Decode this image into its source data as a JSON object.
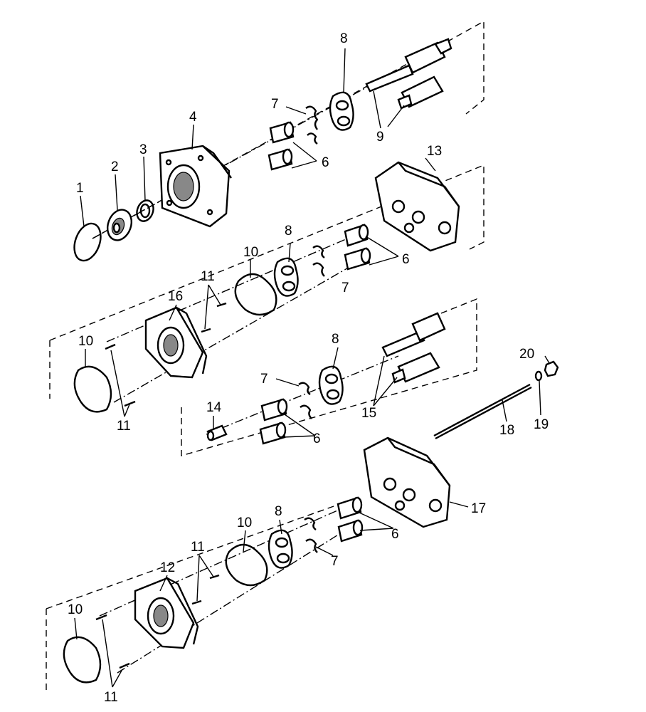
{
  "callouts": {
    "c1": "1",
    "c2": "2",
    "c3": "3",
    "c4": "4",
    "c6a": "6",
    "c6b": "6",
    "c6c": "6",
    "c6d": "6",
    "c7a": "7",
    "c7b": "7",
    "c7c": "7",
    "c7d": "7",
    "c8a": "8",
    "c8b": "8",
    "c8c": "8",
    "c8d": "8",
    "c9": "9",
    "c10a": "10",
    "c10b": "10",
    "c10c": "10",
    "c10d": "10",
    "c11a": "11",
    "c11b": "11",
    "c11c": "11",
    "c11d": "11",
    "c12": "12",
    "c13": "13",
    "c14": "14",
    "c15": "15",
    "c16": "16",
    "c17": "17",
    "c18": "18",
    "c19": "19",
    "c20": "20"
  }
}
